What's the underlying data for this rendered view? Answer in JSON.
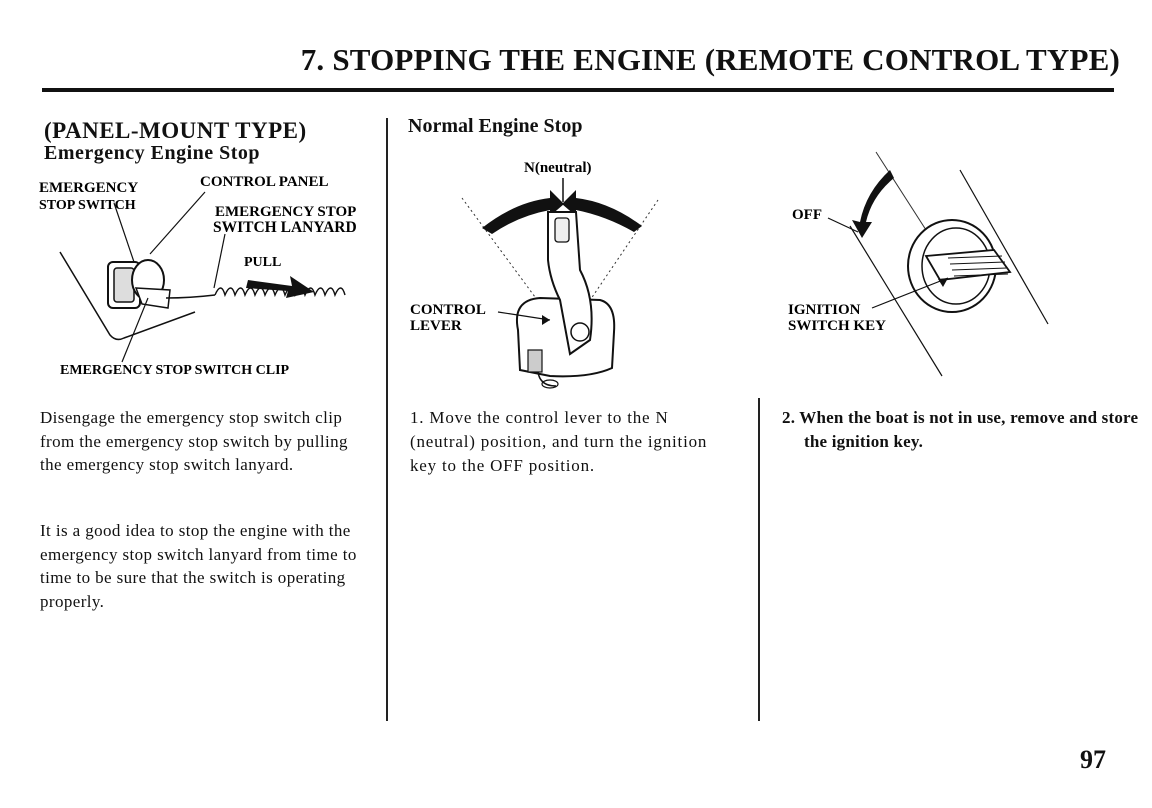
{
  "page": {
    "title": "7. STOPPING THE ENGINE (REMOTE CONTROL TYPE)",
    "page_number": "97"
  },
  "left_column": {
    "section_title": "(PANEL-MOUNT TYPE)",
    "subtitle": "Emergency Engine Stop",
    "figure_labels": {
      "emergency_stop_switch_line1": "EMERGENCY",
      "emergency_stop_switch_line2": "STOP SWITCH",
      "control_panel": "CONTROL PANEL",
      "lanyard_line1": "EMERGENCY STOP",
      "lanyard_line2": "SWITCH LANYARD",
      "pull": "PULL",
      "clip": "EMERGENCY STOP SWITCH CLIP"
    },
    "paragraph1": "Disengage the emergency stop switch clip from the emergency stop switch by pulling the emergency stop switch lanyard.",
    "paragraph2": "It is a good idea to stop the engine with the emergency stop switch lanyard from time to time to be sure that the switch is operating properly."
  },
  "middle_column": {
    "heading": "Normal Engine Stop",
    "figure_labels": {
      "neutral": "N(neutral)",
      "control_lever_line1": "CONTROL",
      "control_lever_line2": "LEVER"
    },
    "step1": "1. Move the control lever to the N (neutral) position, and turn the ignition key to the OFF position."
  },
  "right_column": {
    "figure_labels": {
      "off": "OFF",
      "ignition_key_line1": "IGNITION",
      "ignition_key_line2": "SWITCH KEY"
    },
    "step2": "2. When the boat is not in use, remove and store the ignition key."
  }
}
